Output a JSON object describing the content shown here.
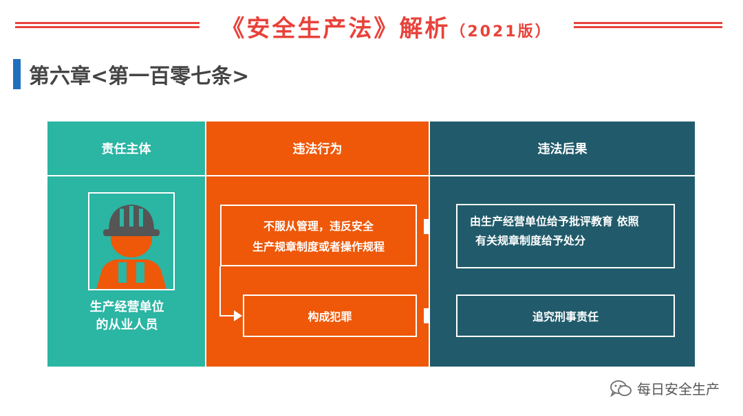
{
  "header": {
    "title_main": "《安全生产法》解析",
    "title_year": "（2021版）",
    "accent_color": "#e8423a"
  },
  "chapter": {
    "label": "第六章<第一百零七条>",
    "bar_color": "#1f6fbf"
  },
  "table": {
    "columns": [
      {
        "header": "责任主体",
        "color": "#2bb5a3"
      },
      {
        "header": "违法行为",
        "color": "#ee5808"
      },
      {
        "header": "违法后果",
        "color": "#215b6b"
      }
    ],
    "subject": {
      "icon": "construction-worker-icon",
      "label_line1": "生产经营单位",
      "label_line2": "的从业人员"
    },
    "behavior_1": {
      "line1": "不服从管理，违反安全",
      "line2": "生产规章制度或者操作规程"
    },
    "behavior_2": "构成犯罪",
    "consequence_1": {
      "line1": "由生产经营单位给予批评教育 依照",
      "line2": "有关规章制度给予处分"
    },
    "consequence_2": "追究刑事责任"
  },
  "watermark": {
    "icon": "wechat-icon",
    "text": "每日安全生产"
  }
}
